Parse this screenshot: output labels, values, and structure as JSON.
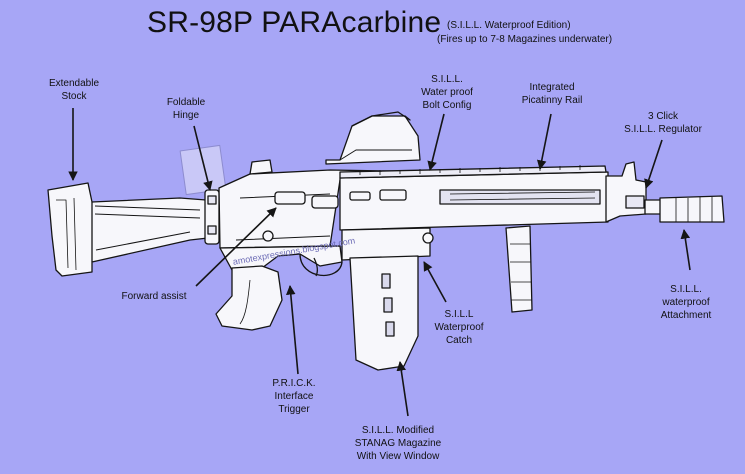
{
  "title": "SR-98P PARAcarbine",
  "subtitle": "(S.I.L.L. Waterproof Edition)",
  "subtitle2": "(Fires up to 7-8 Magazines underwater)",
  "watermark": "amotexpressions.blogspot.com",
  "labels": {
    "stock": "Extendable\nStock",
    "hinge": "Foldable\nHinge",
    "bolt": "S.I.L.L.\nWater proof\nBolt Config",
    "rail": "Integrated\nPicatinny Rail",
    "regulator": "3 Click\nS.I.L.L. Regulator",
    "forward_assist": "Forward assist",
    "attachment": "S.I.L.L.\nwaterproof\nAttachment",
    "catch": "S.I.L.L\nWaterproof\nCatch",
    "trigger": "P.R.I.C.K.\nInterface\nTrigger",
    "magazine": "S.I.L.L. Modified\nSTANAG Magazine\nWith View Window"
  },
  "colors": {
    "background": "#a7a6f6",
    "weapon_fill": "#f7f7fb",
    "ink": "#151515"
  }
}
